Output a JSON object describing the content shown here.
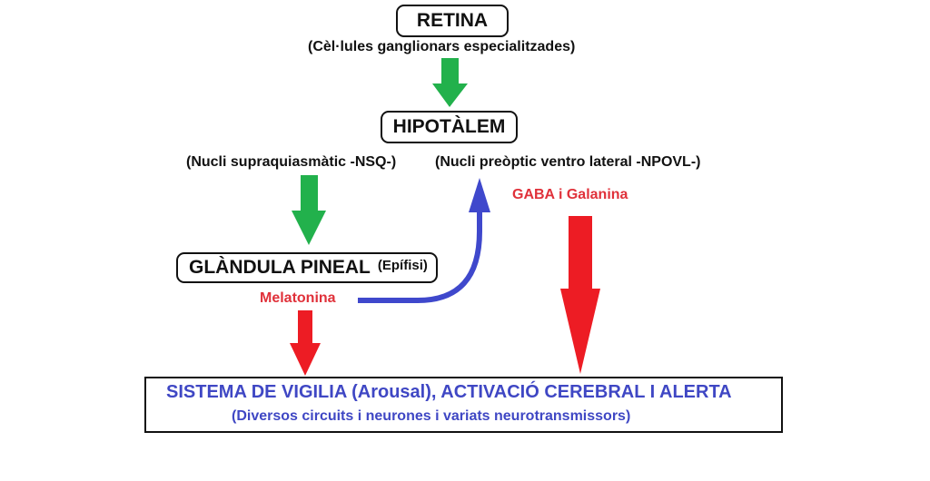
{
  "nodes": {
    "retina": {
      "title": "RETINA",
      "subtitle": "(Cèl·lules ganglionars especialitzades)"
    },
    "hipotalem": {
      "title": "HIPOTÀLEM",
      "nucleus_left": "(Nucli supraquiasmàtic -NSQ-)",
      "nucleus_right": "(Nucli preòptic ventro lateral -NPOVL-)"
    },
    "pineal": {
      "title": "GLÀNDULA PINEAL",
      "subtitle": "(Epífisi)"
    },
    "vigilia": {
      "title": "SISTEMA DE VIGILIA (Arousal), ACTIVACIÓ CEREBRAL I ALERTA",
      "subtitle": "(Diversos circuits i neurones i variats neurotransmissors)"
    }
  },
  "labels": {
    "melatonina": "Melatonina",
    "gaba": "GABA i Galanina"
  },
  "colors": {
    "green_arrow": "#22b14c",
    "red_arrow": "#ed1c24",
    "blue_arrow": "#3f48cc",
    "red_text": "#e0313a",
    "blue_text": "#3f47c4"
  }
}
